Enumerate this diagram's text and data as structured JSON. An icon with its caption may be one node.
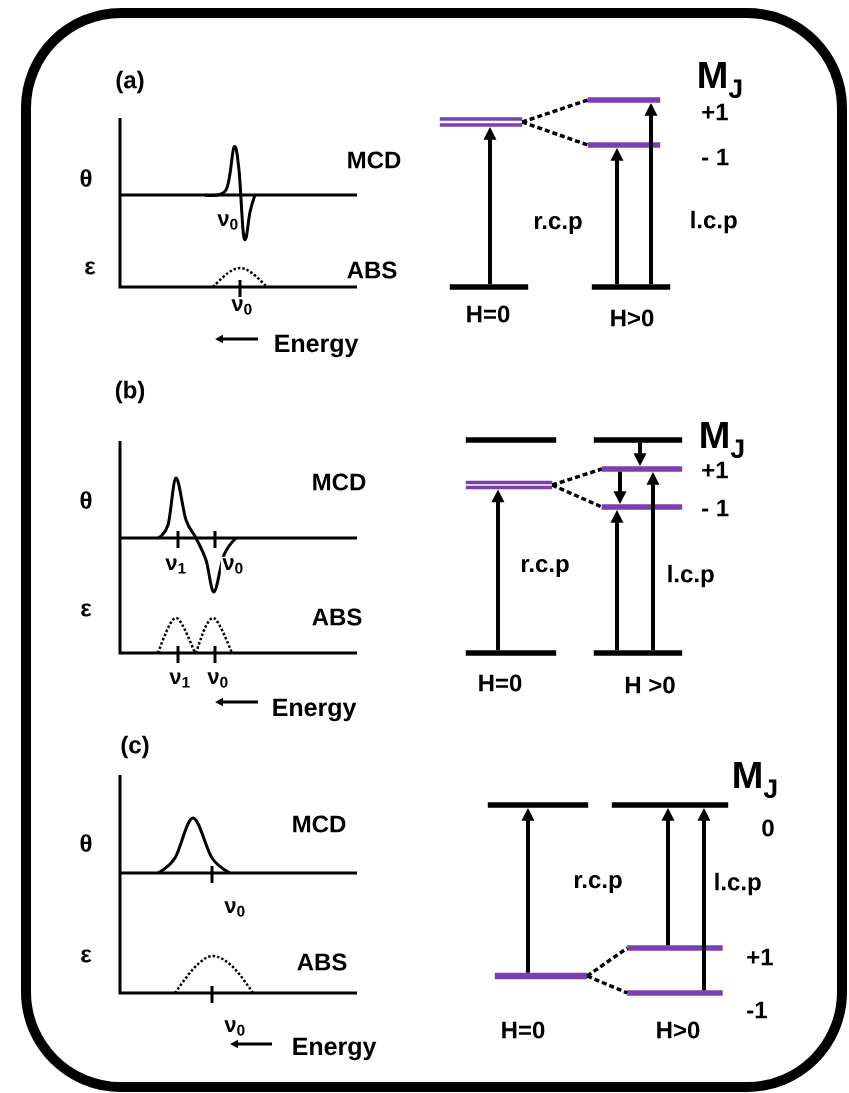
{
  "diagram": {
    "nodes": [
      {
        "text": [],
        "shape": "bar"
      },
      {
        "text": [],
        "shape": "bar",
        "beside": [
          "+1"
        ]
      },
      {
        "text": [],
        "shape": "bar",
        "beside": [
          "- 1"
        ]
      },
      {
        "text": [],
        "shape": "bar",
        "beside": [
          "H=0"
        ]
      },
      {
        "text": [],
        "shape": "bar",
        "beside": [
          "H>0"
        ]
      },
      {
        "text": [],
        "shape": "bar"
      },
      {
        "text": [],
        "shape": "bar"
      },
      {
        "text": [],
        "shape": "bar"
      },
      {
        "text": [],
        "shape": "bar",
        "beside": [
          "+1"
        ]
      },
      {
        "text": [],
        "shape": "bar",
        "beside": [
          "- 1"
        ]
      },
      {
        "text": [],
        "shape": "bar",
        "beside": [
          "H=0"
        ]
      },
      {
        "text": [],
        "shape": "bar",
        "beside": [
          "H >0"
        ]
      },
      {
        "text": [],
        "shape": "bar"
      },
      {
        "text": [],
        "shape": "bar",
        "beside": [
          "0"
        ]
      },
      {
        "text": [],
        "shape": "bar",
        "beside": [
          "H=0"
        ]
      },
      {
        "text": [],
        "shape": "bar",
        "beside": [
          "+1"
        ]
      },
      {
        "text": [],
        "shape": "bar",
        "beside": [
          "-1",
          "H>0"
        ]
      }
    ],
    "edges": [
      {
        "from": 3,
        "to": 0,
        "arrow": "to"
      },
      {
        "from": 4,
        "to": 2,
        "arrow": "to"
      },
      {
        "from": 4,
        "to": 1,
        "arrow": "to"
      },
      {
        "from": 0,
        "to": 1,
        "arrow": "none",
        "style": "dashed"
      },
      {
        "from": 0,
        "to": 2,
        "arrow": "none",
        "style": "dashed"
      },
      {
        "from": 10,
        "to": 7,
        "arrow": "to"
      },
      {
        "from": 11,
        "to": 9,
        "arrow": "to"
      },
      {
        "from": 11,
        "to": 8,
        "arrow": "to"
      },
      {
        "from": 7,
        "to": 8,
        "arrow": "none",
        "style": "dashed"
      },
      {
        "from": 7,
        "to": 9,
        "arrow": "none",
        "style": "dashed"
      },
      {
        "from": 6,
        "to": 8,
        "arrow": "to"
      },
      {
        "from": 8,
        "to": 9,
        "arrow": "to"
      },
      {
        "from": 14,
        "to": 12,
        "arrow": "to"
      },
      {
        "from": 15,
        "to": 13,
        "arrow": "to"
      },
      {
        "from": 16,
        "to": 13,
        "arrow": "to"
      },
      {
        "from": 14,
        "to": 15,
        "arrow": "none",
        "style": "dashed"
      },
      {
        "from": 14,
        "to": 16,
        "arrow": "none",
        "style": "dashed"
      }
    ],
    "labels": [
      "(a)",
      "θ",
      "MCD",
      "ν$_{0}$",
      "ε",
      "ABS",
      "ν$_{0}$",
      "Energy",
      "M$_{J}$",
      "r.c.p",
      "l.c.p",
      "(b)",
      "θ",
      "MCD",
      "ν$_{1}$",
      "ν$_{0}$",
      "ε",
      "ABS",
      "ν$_{1}$",
      "ν$_{0}$",
      "Energy",
      "M$_{J}$",
      "r.c.p",
      "l.c.p",
      "(c)",
      "θ",
      "MCD",
      "ν$_{0}$",
      "ε",
      "ABS",
      "ν$_{0}$",
      "Energy",
      "M$_{J}$",
      "r.c.p",
      "l.c.p"
    ]
  }
}
